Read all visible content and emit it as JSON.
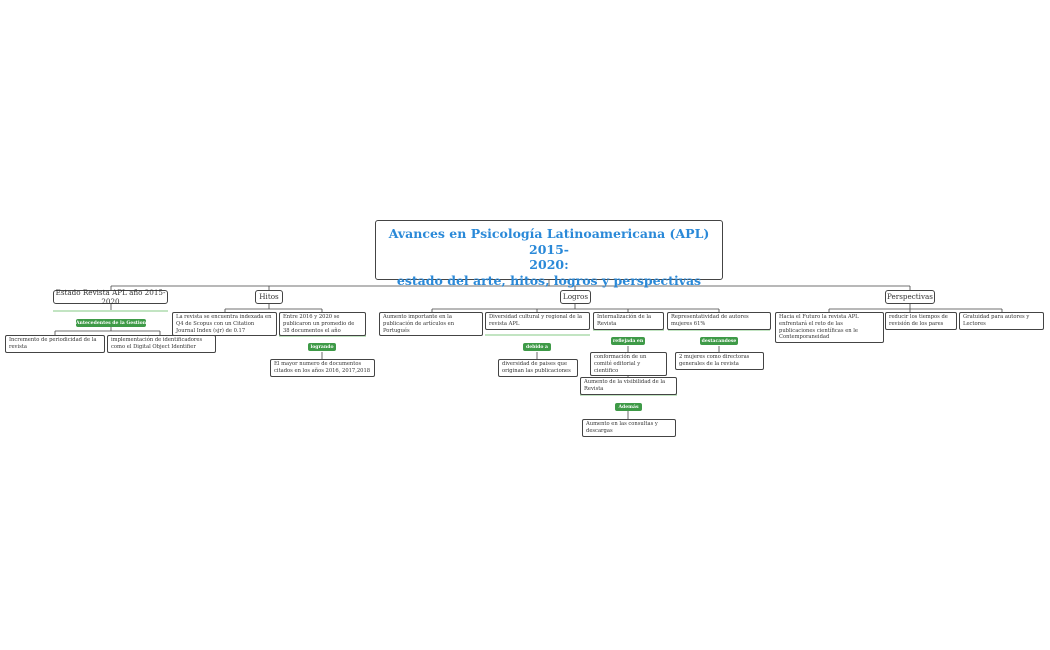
{
  "title": {
    "line1": "Avances en Psicología Latinoamericana (APL) 2015-",
    "line2": "2020:",
    "line3": "estado del arte, hitos, logros y perspectivas"
  },
  "branches": {
    "estado": {
      "label": "Estado Revista APL año  2015-2020",
      "link_label": "Antecedentes de la Gestion",
      "items": [
        "Incremento de periodicidad de la revista",
        "implementación de identificadores como el Digital Object Identifier"
      ]
    },
    "hitos": {
      "label": "Hitos",
      "items": [
        "La revista se encuentra indexada en Q4 de Scopus con un Citation Journal Index (sjr) de 0.17",
        "Entre 2016 y 2020 se publicaron un promedio de 38 documentos el año"
      ],
      "link_label": "logrando",
      "sub_item": "El mayor numero de documentos citados en los años 2016, 2017,2018"
    },
    "logros": {
      "label": "Logros",
      "items": [
        "Aumento importante en la publicación de artículos en Portugués",
        "Diversidad cultural y regional de la revista APL",
        "Internalización de la Revista",
        "Representatividad de autores mujeres 61%"
      ],
      "diversidad_link": "debido a",
      "diversidad_sub": "diversidad de paises que originan las publicaciones",
      "intern_link": "reflejada en",
      "intern_sub1": "conformación de un comité editorial y cientifico",
      "intern_sub2": "Aumento de la visibilidad de la Revista",
      "intern_link2": "Además",
      "intern_sub3": "Aumento en las consultas y descargas",
      "repr_link": "destacandose",
      "repr_sub": "2 mujeres como directoras generales de la revista"
    },
    "perspectivas": {
      "label": "Perspectivas",
      "items": [
        "Hacia el Futuro la revista APL enfrentará el reto de las publicaciones científicas en le Contemporaneidad",
        "reducir los tiempos de revisión de los pares",
        "Gratuidad para autores y Lectores"
      ]
    }
  },
  "colors": {
    "title": "#2a89d8",
    "link_label": "#3e9a47",
    "link_line": "#5cb85c",
    "border": "#444444"
  }
}
